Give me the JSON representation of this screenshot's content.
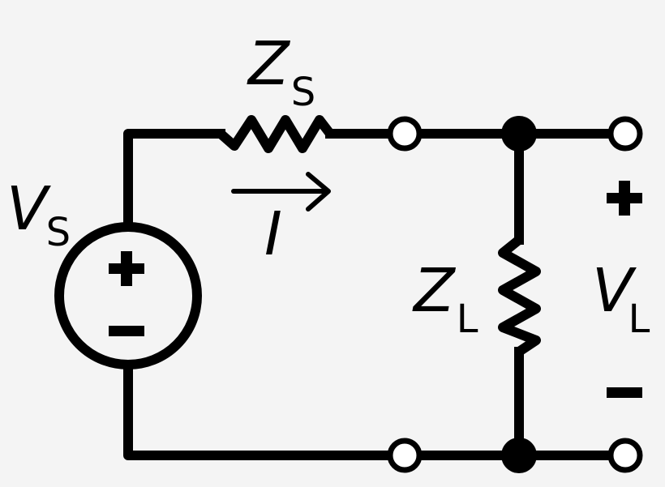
{
  "components": {
    "source": {
      "symbol": "V",
      "subscript": "S",
      "polarity": [
        "plus",
        "minus"
      ]
    },
    "source_impedance": {
      "symbol": "Z",
      "subscript": "S"
    },
    "load_impedance": {
      "symbol": "Z",
      "subscript": "L"
    }
  },
  "current": {
    "symbol": "I",
    "direction": "right"
  },
  "output": {
    "symbol": "V",
    "subscript": "L",
    "polarity": [
      "plus",
      "minus"
    ]
  },
  "colors": {
    "background": "#f4f4f4",
    "stroke": "#000000",
    "terminal_fill": "#ffffff"
  }
}
